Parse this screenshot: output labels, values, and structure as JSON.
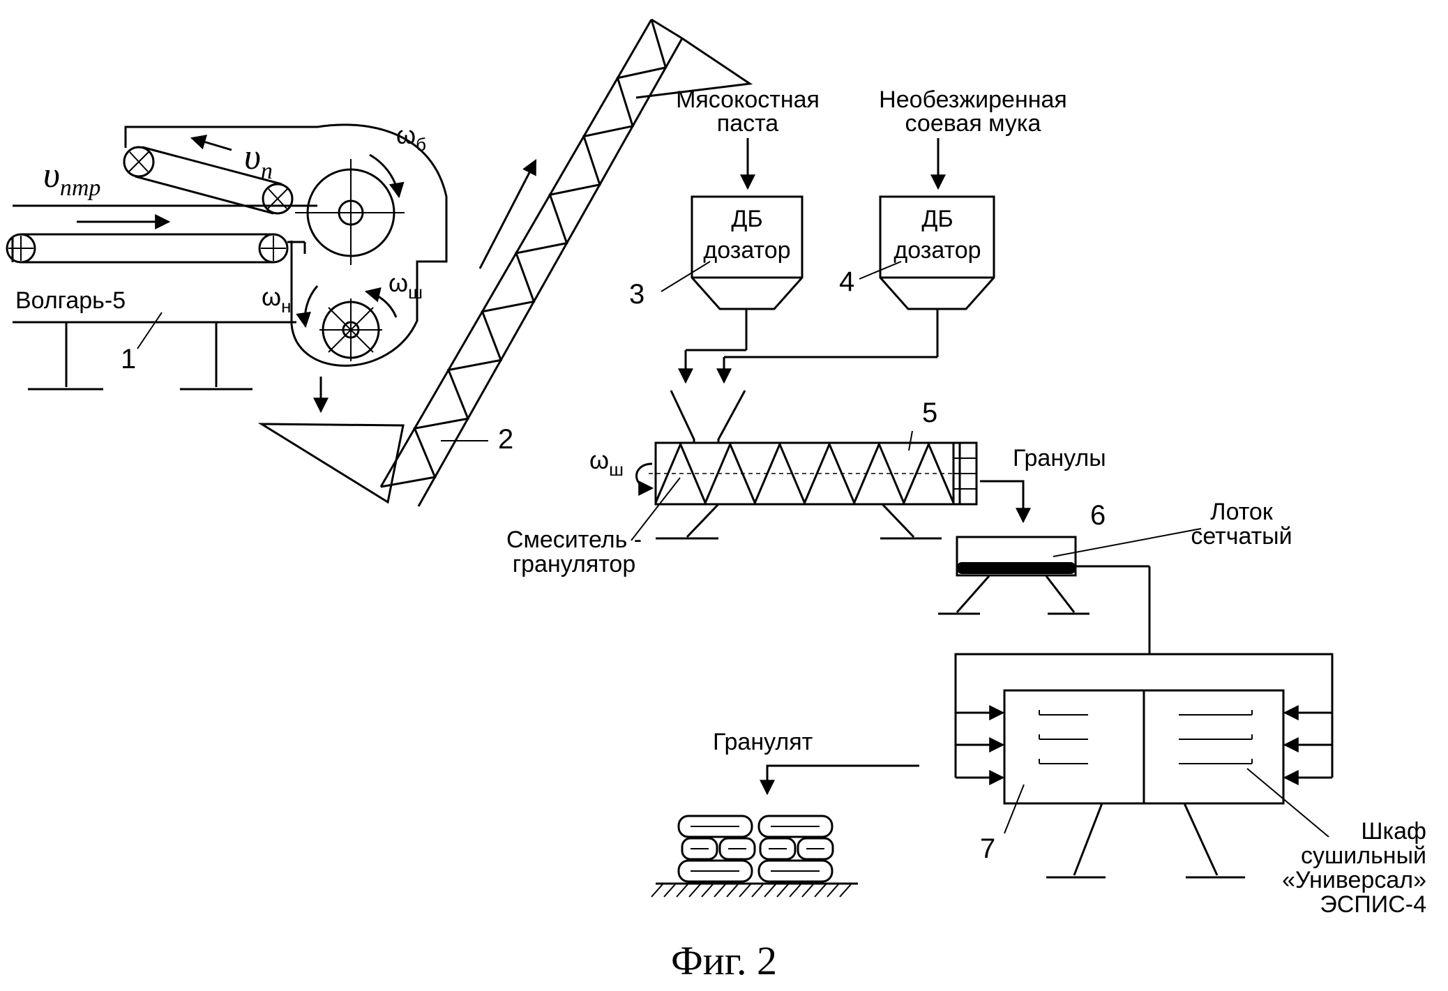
{
  "labels": {
    "meat_bone_paste": [
      "Мясокостная",
      "паста"
    ],
    "soy_flour": [
      "Необезжиренная",
      "соевая мука"
    ],
    "db_line1": "ДБ",
    "db_line2": "дозатор",
    "volgar": "Волгарь-5",
    "granules": "Гранулы",
    "mixer": [
      "Смеситель -",
      "гранулятор"
    ],
    "tray": [
      "Лоток",
      "сетчатый"
    ],
    "granulate": "Гранулят",
    "cabinet": [
      "Шкаф",
      "сушильный",
      "«Универсал»",
      "ЭСПИС-4"
    ]
  },
  "symbols": {
    "v_ntr": "υ",
    "v_ntr_sub": "птр",
    "v_n": "υ",
    "v_n_sub": "п",
    "omega": "ω",
    "omega_b_sub": "б",
    "omega_n_sub": "н",
    "omega_sh_sub": "ш"
  },
  "numbers": [
    "1",
    "2",
    "3",
    "4",
    "5",
    "6",
    "7"
  ],
  "caption": "Фиг. 2"
}
